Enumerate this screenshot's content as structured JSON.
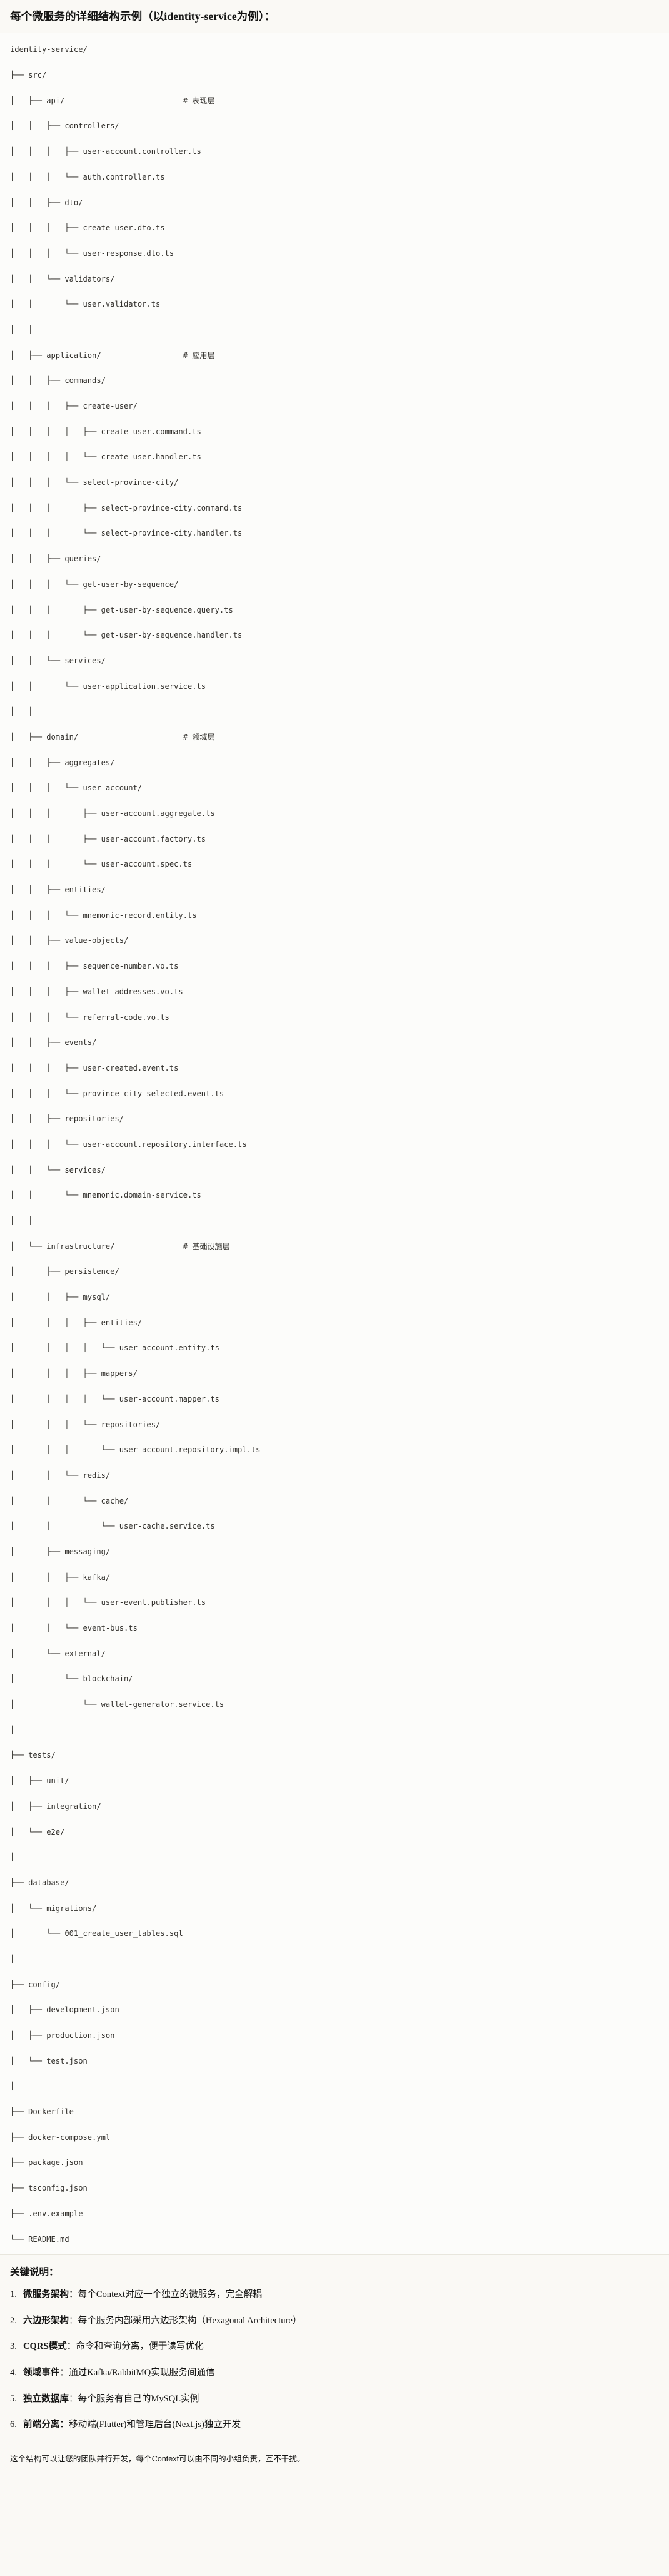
{
  "title": "每个微服务的详细结构示例（以identity-service为例）：",
  "tree": {
    "lines": [
      "identity-service/",
      "├── src/",
      "│   ├── api/                          # 表现层",
      "│   │   ├── controllers/",
      "│   │   │   ├── user-account.controller.ts",
      "│   │   │   └── auth.controller.ts",
      "│   │   ├── dto/",
      "│   │   │   ├── create-user.dto.ts",
      "│   │   │   └── user-response.dto.ts",
      "│   │   └── validators/",
      "│   │       └── user.validator.ts",
      "│   │",
      "│   ├── application/                  # 应用层",
      "│   │   ├── commands/",
      "│   │   │   ├── create-user/",
      "│   │   │   │   ├── create-user.command.ts",
      "│   │   │   │   └── create-user.handler.ts",
      "│   │   │   └── select-province-city/",
      "│   │   │       ├── select-province-city.command.ts",
      "│   │   │       └── select-province-city.handler.ts",
      "│   │   ├── queries/",
      "│   │   │   └── get-user-by-sequence/",
      "│   │   │       ├── get-user-by-sequence.query.ts",
      "│   │   │       └── get-user-by-sequence.handler.ts",
      "│   │   └── services/",
      "│   │       └── user-application.service.ts",
      "│   │",
      "│   ├── domain/                       # 领域层",
      "│   │   ├── aggregates/",
      "│   │   │   └── user-account/",
      "│   │   │       ├── user-account.aggregate.ts",
      "│   │   │       ├── user-account.factory.ts",
      "│   │   │       └── user-account.spec.ts",
      "│   │   ├── entities/",
      "│   │   │   └── mnemonic-record.entity.ts",
      "│   │   ├── value-objects/",
      "│   │   │   ├── sequence-number.vo.ts",
      "│   │   │   ├── wallet-addresses.vo.ts",
      "│   │   │   └── referral-code.vo.ts",
      "│   │   ├── events/",
      "│   │   │   ├── user-created.event.ts",
      "│   │   │   └── province-city-selected.event.ts",
      "│   │   ├── repositories/",
      "│   │   │   └── user-account.repository.interface.ts",
      "│   │   └── services/",
      "│   │       └── mnemonic.domain-service.ts",
      "│   │",
      "│   └── infrastructure/               # 基础设施层",
      "│       ├── persistence/",
      "│       │   ├── mysql/",
      "│       │   │   ├── entities/",
      "│       │   │   │   └── user-account.entity.ts",
      "│       │   │   ├── mappers/",
      "│       │   │   │   └── user-account.mapper.ts",
      "│       │   │   └── repositories/",
      "│       │   │       └── user-account.repository.impl.ts",
      "│       │   └── redis/",
      "│       │       └── cache/",
      "│       │           └── user-cache.service.ts",
      "│       ├── messaging/",
      "│       │   ├── kafka/",
      "│       │   │   └── user-event.publisher.ts",
      "│       │   └── event-bus.ts",
      "│       └── external/",
      "│           └── blockchain/",
      "│               └── wallet-generator.service.ts",
      "│",
      "├── tests/",
      "│   ├── unit/",
      "│   ├── integration/",
      "│   └── e2e/",
      "│",
      "├── database/",
      "│   └── migrations/",
      "│       └── 001_create_user_tables.sql",
      "│",
      "├── config/",
      "│   ├── development.json",
      "│   ├── production.json",
      "│   └── test.json",
      "│",
      "├── Dockerfile",
      "├── docker-compose.yml",
      "├── package.json",
      "├── tsconfig.json",
      "├── .env.example",
      "└── README.md"
    ]
  },
  "notes": {
    "heading": "关键说明：",
    "items": [
      {
        "key": "微服务架构",
        "sep": "：",
        "value": "每个Context对应一个独立的微服务，完全解耦"
      },
      {
        "key": "六边形架构",
        "sep": "：",
        "value": "每个服务内部采用六边形架构（Hexagonal Architecture）"
      },
      {
        "key": "CQRS模式",
        "sep": "：",
        "value": "命令和查询分离，便于读写优化"
      },
      {
        "key": "领域事件",
        "sep": "：",
        "value": "通过Kafka/RabbitMQ实现服务间通信"
      },
      {
        "key": "独立数据库",
        "sep": "：",
        "value": "每个服务有自己的MySQL实例"
      },
      {
        "key": "前端分离",
        "sep": "：",
        "value": "移动端(Flutter)和管理后台(Next.js)独立开发"
      }
    ],
    "closing": "这个结构可以让您的团队并行开发，每个Context可以由不同的小组负责，互不干扰。"
  },
  "colors": {
    "page_bg": "#faf9f5",
    "code_bg": "#fcfcfa",
    "text": "#141413",
    "code_text": "#32302c",
    "rule": "#e8e6dd"
  }
}
